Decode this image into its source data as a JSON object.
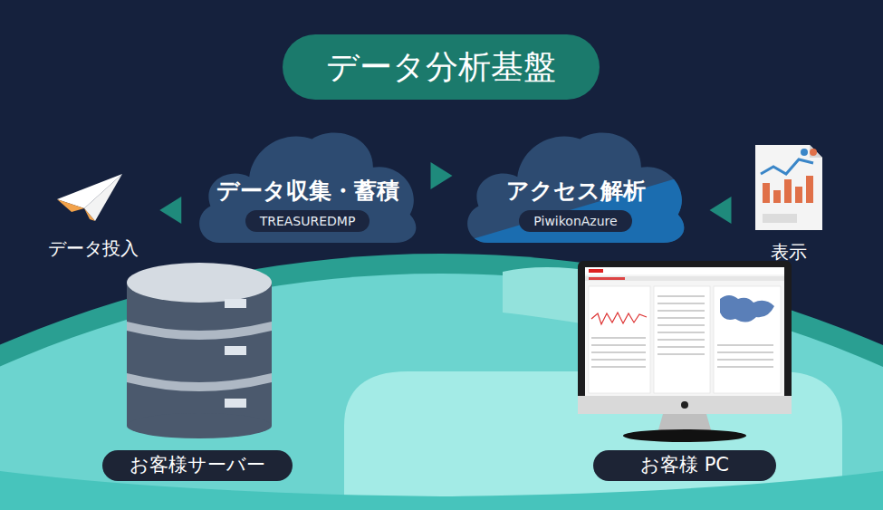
{
  "diagram": {
    "title": "データ分析基盤",
    "nodes": [
      {
        "text": [
          "データ収集・蓄積",
          "TREASUREDMP"
        ]
      },
      {
        "text": [
          "アクセス解析",
          "PiwikonAzure"
        ]
      },
      {
        "text": [
          "データ投入"
        ]
      },
      {
        "text": [
          "表示"
        ]
      },
      {
        "text": [
          "お客様サーバー"
        ]
      },
      {
        "text": [
          "お客様 PC"
        ]
      }
    ],
    "edges": [
      {
        "from": 0,
        "to": 2,
        "arrow": "to"
      },
      {
        "from": 0,
        "to": 1,
        "arrow": "to"
      },
      {
        "from": 3,
        "to": 1,
        "arrow": "to"
      }
    ]
  }
}
